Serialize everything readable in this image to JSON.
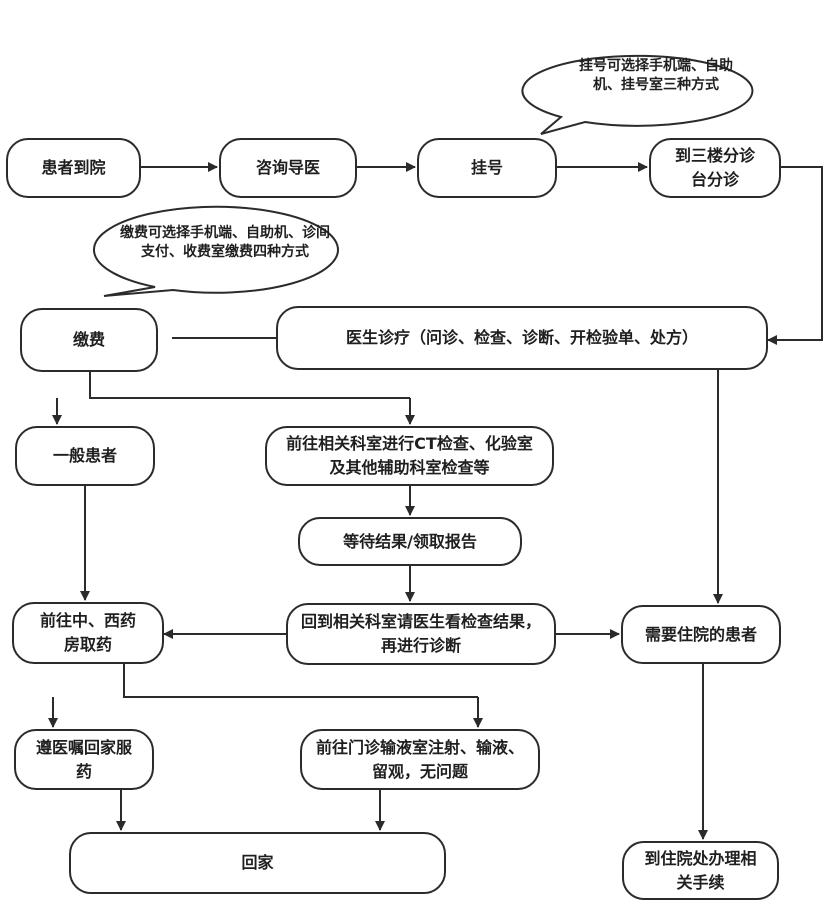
{
  "nodes": {
    "arrive": "患者到院",
    "consult": "咨询导医",
    "register": "挂号",
    "triage": "到三楼分诊台分诊",
    "pay": "缴费",
    "diagnosis": "医生诊疗（问诊、检查、诊断、开检验单、处方）",
    "general": "一般患者",
    "exam": "前往相关科室进行CT检查、化验室及其他辅助科室检查等",
    "wait": "等待结果/领取报告",
    "pharmacy": "前往中、西药房取药",
    "review": "回到相关科室请医生看检查结果，再进行诊断",
    "hospitalize": "需要住院的患者",
    "home_med": "遵医嘱回家服药",
    "infusion": "前往门诊输液室注射、输液、留观，无问题",
    "go_home": "回家",
    "admission": "到住院处办理相关手续"
  },
  "callouts": {
    "register_note": "挂号可选择手机端、自助机、挂号室三种方式",
    "pay_note": "缴费可选择手机端、自助机、诊间支付、收费室缴费四种方式"
  },
  "colors": {
    "stroke": "#2b2b2b",
    "fill": "#ffffff"
  }
}
